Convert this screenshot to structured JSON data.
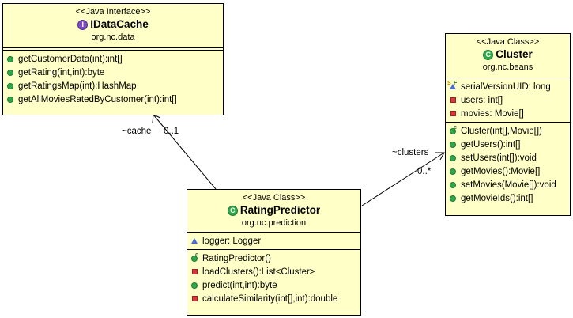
{
  "edges": {
    "cache": {
      "role": "~cache",
      "multiplicity": "0..1"
    },
    "clusters": {
      "role": "~clusters",
      "multiplicity": "0..*"
    }
  },
  "idatacache": {
    "stereotype": "<<Java Interface>>",
    "name": "IDataCache",
    "package": "org.nc.data",
    "icon": "interface-icon",
    "methods": [
      {
        "text": "getCustomerData(int):int[]",
        "visibility": "public"
      },
      {
        "text": "getRating(int,int):byte",
        "visibility": "public"
      },
      {
        "text": "getRatingsMap(int):HashMap",
        "visibility": "public"
      },
      {
        "text": "getAllMoviesRatedByCustomer(int):int[]",
        "visibility": "public"
      }
    ]
  },
  "cluster": {
    "stereotype": "<<Java Class>>",
    "name": "Cluster",
    "package": "org.nc.beans",
    "icon": "class-icon",
    "fields": [
      {
        "text": "serialVersionUID: long",
        "visibility": "static-final"
      },
      {
        "text": "users: int[]",
        "visibility": "private"
      },
      {
        "text": "movies: Movie[]",
        "visibility": "private"
      }
    ],
    "methods": [
      {
        "text": "Cluster(int[],Movie[])",
        "visibility": "constructor"
      },
      {
        "text": "getUsers():int[]",
        "visibility": "public"
      },
      {
        "text": "setUsers(int[]):void",
        "visibility": "public"
      },
      {
        "text": "getMovies():Movie[]",
        "visibility": "public"
      },
      {
        "text": "setMovies(Movie[]):void",
        "visibility": "public"
      },
      {
        "text": "getMovieIds():int[]",
        "visibility": "public"
      }
    ]
  },
  "ratingpredictor": {
    "stereotype": "<<Java Class>>",
    "name": "RatingPredictor",
    "package": "org.nc.prediction",
    "icon": "class-icon",
    "fields": [
      {
        "text": "logger: Logger",
        "visibility": "package"
      }
    ],
    "methods": [
      {
        "text": "RatingPredictor()",
        "visibility": "constructor"
      },
      {
        "text": "loadClusters():List<Cluster>",
        "visibility": "private"
      },
      {
        "text": "predict(int,int):byte",
        "visibility": "public"
      },
      {
        "text": "calculateSimilarity(int[],int):double",
        "visibility": "private"
      }
    ]
  }
}
